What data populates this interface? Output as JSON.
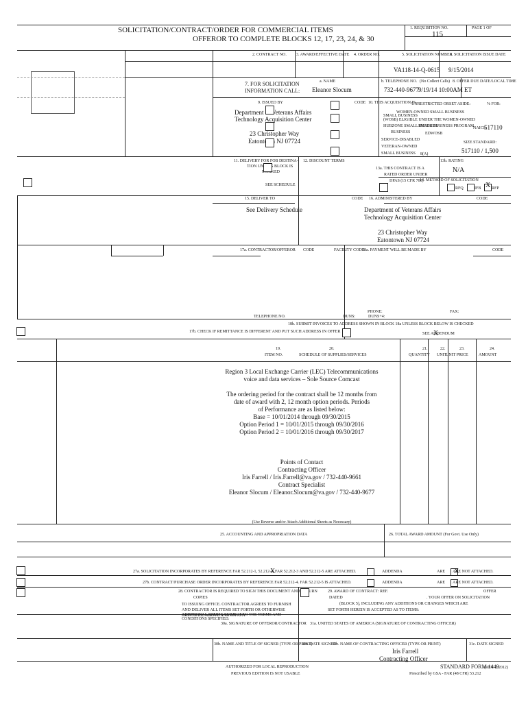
{
  "header": {
    "title_line1": "SOLICITATION/CONTRACT/ORDER FOR COMMERCIAL ITEMS",
    "title_line2": "OFFEROR TO COMPLETE BLOCKS 12, 17, 23, 24, & 30",
    "req_no_label": "1. REQUISITION NO.",
    "page_label": "PAGE 1 OF",
    "page_count": "115"
  },
  "row2": {
    "contract_no_label": "2. CONTRACT NO.",
    "award_date_label": "3. AWARD/EFFECTIVE DATE",
    "order_no_label": "4. ORDER NO.",
    "solicitation_no_label": "5. SOLICITATION NUMBER",
    "solicitation_issue_date_label": "6. SOLICITATION ISSUE DATE",
    "solicitation_no": "VA118-14-Q-0615",
    "solicitation_issue_date": "9/15/2014"
  },
  "block7": {
    "label_line1": "7. FOR SOLICITATION",
    "label_line2": "INFORMATION CALL:",
    "name_label": "a. NAME",
    "name_value": "Eleanor Slocum",
    "phone_label": "b. TELEPHONE NO.",
    "no_collect_label": "(No Collect Calls)",
    "phone_value": "732-440-9677",
    "due_label": "8. OFFER DUE DATE/LOCAL TIME",
    "due_value": "9/19/14 10:00AM ET"
  },
  "block9": {
    "issued_by_label": "9. ISSUED BY",
    "code_label": "CODE",
    "line1": "Department of Veterans Affairs",
    "line2": "Technology Acquisition Center",
    "line3": "23 Christopher Way",
    "line4": "Eatontown NJ 07724"
  },
  "block10": {
    "label": "10. THIS ACQUISITION IS",
    "unrestricted": "UNRESTRICTED OR",
    "set_aside": "SET ASIDE:",
    "pct_for": "% FOR:",
    "small_business": "SMALL BUSINESS",
    "hubzone": "HUBZONE SMALL BUSINESS",
    "wosb1": "WOMEN-OWNED SMALL BUSINESS",
    "wosb2": "(WOSB) ELIGIBLE UNDER THE WOMEN-OWNED",
    "wosb3": "SMALL BUSINESS PROGRAM",
    "edwosb": "EDWOSB",
    "naics_label": "NAICS:",
    "naics_value": "517110",
    "sdvosb1": "SERVICE-DISABLED",
    "sdvosb2": "VETERAN-OWNED",
    "sdvosb3": "SMALL BUSINESS",
    "eight_a": "8(A)",
    "size_label": "SIZE STANDARD:",
    "size_value": "517110 / 1,500"
  },
  "block11": {
    "line1": "11. DELIVERY FOR FOB DESTINA-",
    "line2": "TION UNLESS BLOCK IS",
    "line3": "MARKED",
    "see_schedule": "SEE SCHEDULE"
  },
  "block12": {
    "label": "12. DISCOUNT TERMS"
  },
  "block13": {
    "line1": "13a. THIS CONTRACT IS A",
    "line2": "RATED ORDER UNDER",
    "line3": "DPAS (15 CFR 700)",
    "rating_label": "13b. RATING",
    "rating_value": "N/A"
  },
  "block14": {
    "label": "14. METHOD OF SOLICITATION",
    "rfq": "RFQ",
    "ifb": "IFB",
    "rfp": "RFP",
    "mark": "X"
  },
  "block15": {
    "label": "15. DELIVER TO",
    "code_label": "CODE",
    "value": "See Delivery Schedule"
  },
  "block16": {
    "label": "16. ADMINISTERED BY",
    "code_label": "CODE",
    "line1": "Department of Veterans Affairs",
    "line2": "Technology Acquisition Center",
    "line3": "23 Christopher Way",
    "line4": "Eatontown NJ 07724"
  },
  "block17": {
    "label": "17a. CONTRACTOR/OFFEROR",
    "code_label": "CODE",
    "facility_label": "FACILITY CODE",
    "telephone_label": "TELEPHONE NO.",
    "duns_label": "DUNS:",
    "duns4_label": "DUNS+4:",
    "phone_label": "PHONE:",
    "fax_label": "FAX:",
    "check_label": "17b. CHECK IF REMITTANCE IS DIFFERENT AND PUT SUCH ADDRESS IN OFFER"
  },
  "block18": {
    "label": "18a. PAYMENT WILL BE MADE BY",
    "code_label": "CODE",
    "submit_line": "18b. SUBMIT INVOICES TO ADDRESS SHOWN IN BLOCK 18a UNLESS BLOCK BELOW IS CHECKED",
    "see_addendum": "SEE ADDENDUM",
    "mark": "X"
  },
  "table": {
    "col19_num": "19.",
    "col19": "ITEM NO.",
    "col20_num": "20.",
    "col20": "SCHEDULE OF SUPPLIES/SERVICES",
    "col21_num": "21.",
    "col21": "QUANTITY",
    "col22_num": "22.",
    "col22": "UNIT",
    "col23_num": "23.",
    "col23": "UNIT PRICE",
    "col24_num": "24.",
    "col24": "AMOUNT"
  },
  "schedule": {
    "l1": "Region 3 Local Exchange Carrier (LEC) Telecommunications",
    "l2": "voice and data services – Sole Source Comcast",
    "l3": "The ordering period for the contract shall be 12 months from",
    "l4": "date of award with 2, 12 month option periods. Periods",
    "l5": "of Performance are as listed below:",
    "l6": "Base = 10/01/2014 through 09/30/2015",
    "l7": "Option Period 1 = 10/01/2015 through 09/30/2016",
    "l8": "Option Period 2 = 10/01/2016 through 09/30/2017",
    "l9": "Points of Contact",
    "l10": "Contracting Officer",
    "l11": "Iris Farrell / Iris.Farrell@va.gov / 732-440-9661",
    "l12": "Contract Specialist",
    "l13": "Eleanor Slocum / Eleanor.Slocum@va.gov / 732-440-9677",
    "reverse_note": "(Use Reverse and/or Attach Additional Sheets as Necessary)"
  },
  "block25": {
    "label": "25. ACCOUNTING AND APPROPRIATION DATA"
  },
  "block26": {
    "label": "26. TOTAL AWARD AMOUNT (For Govt. Use Only)"
  },
  "block27": {
    "a_text": "27a. SOLICITATION INCORPORATES BY REFERENCE FAR 52.212-1, 52.212-4. FAR 52.212-3 AND 52.212-5 ARE ATTACHED.",
    "b_text": "27b. CONTRACT/PURCHASE ORDER INCORPORATES BY REFERENCE FAR 52.212-4. FAR 52.212-5 IS ATTACHED.",
    "addenda": "ADDENDA",
    "are": "ARE",
    "are_not_attached": "ARE NOT ATTACHED.",
    "mark_a": "X",
    "mark_b": "X"
  },
  "block28": {
    "l1": "28. CONTRACTOR IS REQUIRED TO SIGN THIS DOCUMENT AND RETURN",
    "l1b": "COPIES",
    "l2": "TO ISSUING OFFICE. CONTRACTOR AGREES TO FURNISH AND DELIVER ALL ITEMS SET FORTH OR OTHERWISE IDENTIFIED ABOVE AND ON ANY",
    "l3": "ADDITIONAL SHEETS SUBJECT TO THE TERMS AND CONDITIONS SPECIFIED."
  },
  "block29": {
    "l1": "29. AWARD OF CONTRACT: REF.",
    "l1b": "OFFER",
    "l2": "DATED",
    "l2b": ". YOUR OFFER ON SOLICITATION",
    "l3": "(BLOCK 5), INCLUDING ANY ADDITIONS OR CHANGES WHICH ARE",
    "l4": "SET FORTH HEREIN IS ACCEPTED AS TO ITEMS:"
  },
  "block30": {
    "a_label": "30a. SIGNATURE OF OFFEROR/CONTRACTOR",
    "b_label": "30b. NAME AND TITLE OF SIGNER (TYPE OR PRINT)",
    "c_label": "30c. DATE SIGNED"
  },
  "block31": {
    "a_label": "31a. UNITED STATES OF AMERICA (SIGNATURE OF CONTRACTING OFFICER)",
    "b_label": "31b. NAME OF CONTRACTING OFFICER (TYPE OR PRINT)",
    "c_label": "31c. DATE SIGNED",
    "name": "Iris Farrell",
    "title": "Contracting Officer"
  },
  "footer": {
    "l1": "AUTHORIZED FOR LOCAL REPRODUCTION",
    "l2": "PREVIOUS EDITION IS NOT USABLE",
    "form": "STANDARD FORM 1449",
    "rev": "(REV. 2/2012)",
    "prescribed": "Prescribed by GSA - FAR (48 CFR) 53.212"
  }
}
